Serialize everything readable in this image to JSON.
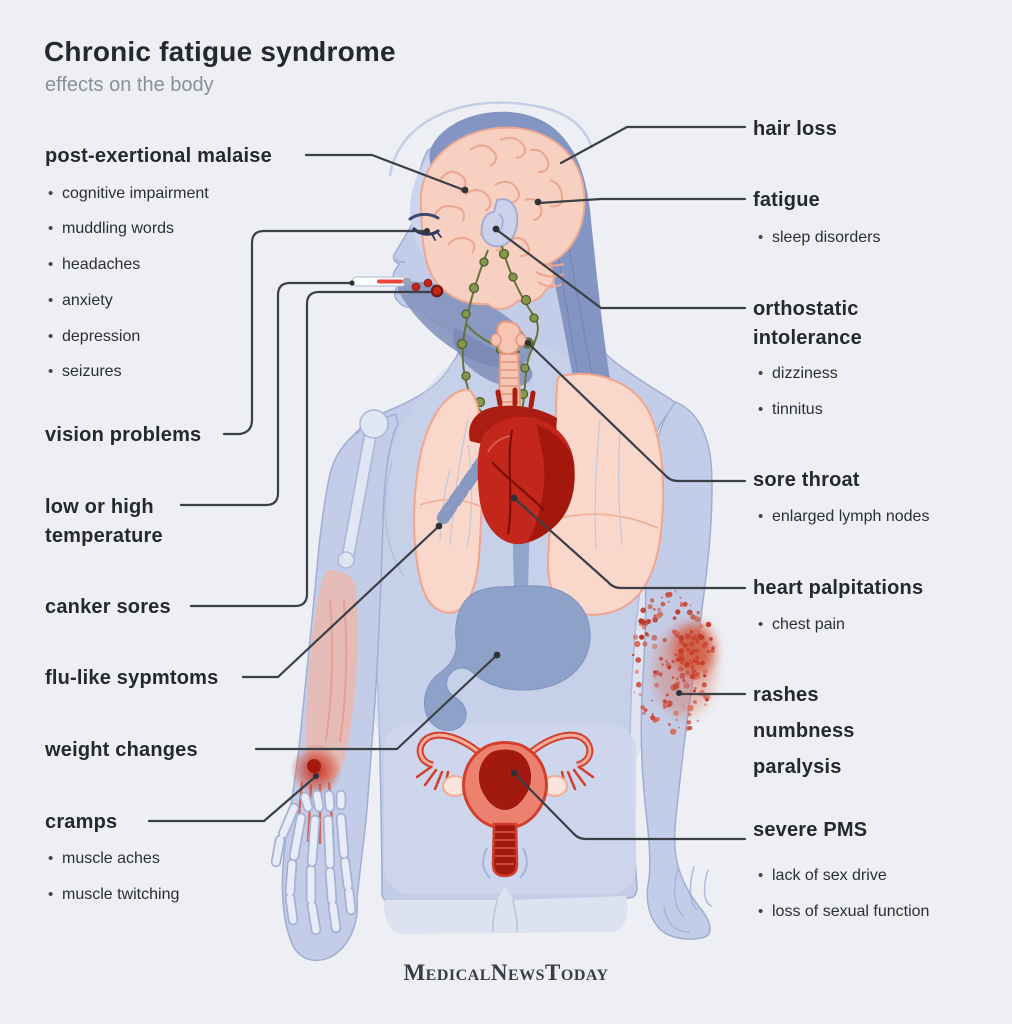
{
  "header": {
    "title": "Chronic fatigue syndrome",
    "subtitle": "effects on the body"
  },
  "left_labels": [
    {
      "heading": "post-exertional malaise",
      "bullets": [
        "cognitive impairment",
        "muddling words",
        "headaches",
        "anxiety",
        "depression",
        "seizures"
      ]
    },
    {
      "heading": "vision problems",
      "bullets": []
    },
    {
      "heading": "low or high temperature",
      "bullets": []
    },
    {
      "heading": "canker sores",
      "bullets": []
    },
    {
      "heading": "flu-like sypmtoms",
      "bullets": []
    },
    {
      "heading": "weight changes",
      "bullets": []
    },
    {
      "heading": "cramps",
      "bullets": [
        "muscle aches",
        "muscle twitching"
      ]
    }
  ],
  "right_labels": [
    {
      "heading": "hair loss",
      "bullets": []
    },
    {
      "heading": "fatigue",
      "bullets": [
        "sleep disorders"
      ]
    },
    {
      "heading": "orthostatic intolerance",
      "bullets": [
        "dizziness",
        "tinnitus"
      ]
    },
    {
      "heading": "sore throat",
      "bullets": [
        "enlarged lymph nodes"
      ]
    },
    {
      "heading": "heart palpitations",
      "bullets": [
        "chest pain"
      ]
    },
    {
      "lines": [
        "rashes",
        "numbness",
        "paralysis"
      ],
      "bullets": []
    },
    {
      "heading": "severe PMS",
      "bullets": [
        "lack of sex drive",
        "loss of sexual function"
      ]
    }
  ],
  "footer": {
    "brand": "MedicalNewsToday"
  },
  "figure": {
    "description": "female body profile illustration with annotated organs",
    "annotated_parts": [
      "brain",
      "eye",
      "mouth-thermometer",
      "canker-sore",
      "hair",
      "ear",
      "lymph-nodes",
      "lungs-bronchi",
      "heart",
      "stomach",
      "uterus",
      "forearm-rash",
      "wrist-cramp"
    ]
  },
  "colors": {
    "background": "#edeff4",
    "body": "#c4cde7",
    "hair": "#8495c3",
    "brain": "#f8d0c2",
    "lungs": "#f9d7cb",
    "heart_red": "#c3261a",
    "stomach_blue": "#8da2c9",
    "uterus_red": "#a21a0f",
    "rash_red": "#c8402d",
    "lymph_green": "#87964d",
    "leader_line": "#3b3f46",
    "text": "#25282e"
  }
}
